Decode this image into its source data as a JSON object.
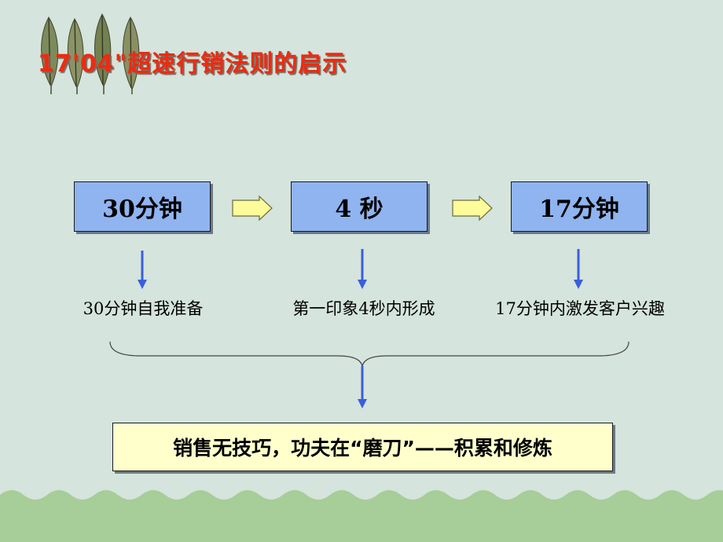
{
  "title": "17'04\"超速行销法则的启示",
  "steps": [
    {
      "label": "30分钟",
      "caption": "30分钟自我准备"
    },
    {
      "label": "4 秒",
      "caption": "第一印象4秒内形成"
    },
    {
      "label": "17分钟",
      "caption": "17分钟内激发客户兴趣"
    }
  ],
  "summary": "销售无技巧，功夫在“磨刀”——积累和修炼",
  "colors": {
    "title": "#ee2a12",
    "step_box": "#8fb4f0",
    "summary_box": "#ffffcc",
    "arrow_blue": "#3a5ee0",
    "arrow_yellow": "#fcfc9a",
    "background": "#d5e4dc",
    "wave": "#a7cd98"
  }
}
